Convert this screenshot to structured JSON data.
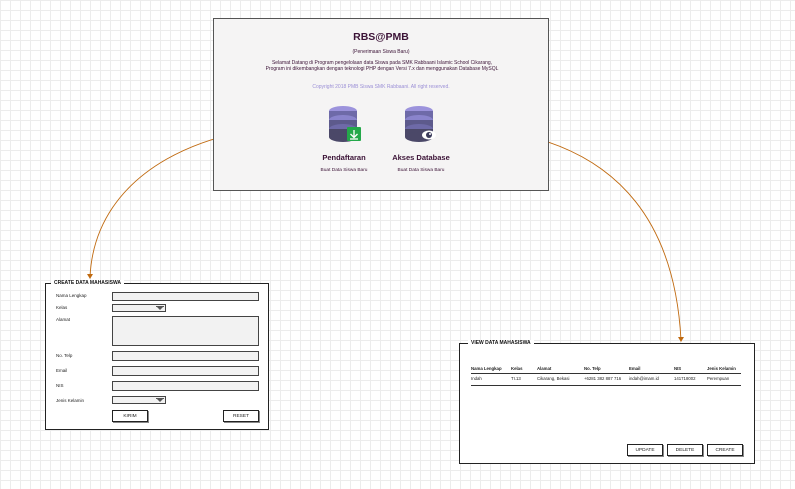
{
  "main_card": {
    "title": "RBS@PMB",
    "subtitle": "(Penerimaan Siswa Baru)",
    "description": "Selamat Datang di Program pengelolaan data Siswa pada SMK Rabbaani Islamic School Cikarang, Program ini dikembangkan dengan teknologi PHP dengan Versi 7.x dan menggunakan Database MySQL",
    "copyright": "Copyright 2018 PMB Siswa SMK Rabbaani. All right reserved.",
    "items": [
      {
        "title": "Pendaftaran",
        "subtitle": "Buat Data Siswa Baru",
        "icon": "database-download-icon"
      },
      {
        "title": "Akses Database",
        "subtitle": "Buat Data Siswa Baru",
        "icon": "database-view-icon"
      }
    ]
  },
  "create_form": {
    "title": "CREATE DATA MAHASISWA",
    "fields": {
      "nama": "Nama Lengkap",
      "kelas": "Kelas",
      "alamat": "Alamat",
      "telp": "No. Telp",
      "email": "Email",
      "nis": "NIS",
      "jenis_kelamin": "Jenis Kelamin"
    },
    "submit_label": "KIRIM",
    "reset_label": "RESET"
  },
  "view_table": {
    "title": "VIEW DATA MAHASISWA",
    "columns": [
      "Nama Lengkap",
      "Kelas",
      "Alamat",
      "No. Telp",
      "Email",
      "NIS",
      "Jenis Kelamin"
    ],
    "rows": [
      [
        "Indah",
        "TI.13",
        "Cikarang, Bekasi",
        "+6281 382 887 716",
        "indah@imam.id",
        "141718002",
        "Perempuan"
      ]
    ],
    "update_label": "UPDATE",
    "delete_label": "DELETE",
    "create_label": "CREATE"
  },
  "colors": {
    "connector": "#c06a10",
    "db_body": "#6e6aa8",
    "db_top": "#9c93dc",
    "db_dark": "#4b4868",
    "download_badge": "#24a84a",
    "title_text": "#3b1236"
  }
}
